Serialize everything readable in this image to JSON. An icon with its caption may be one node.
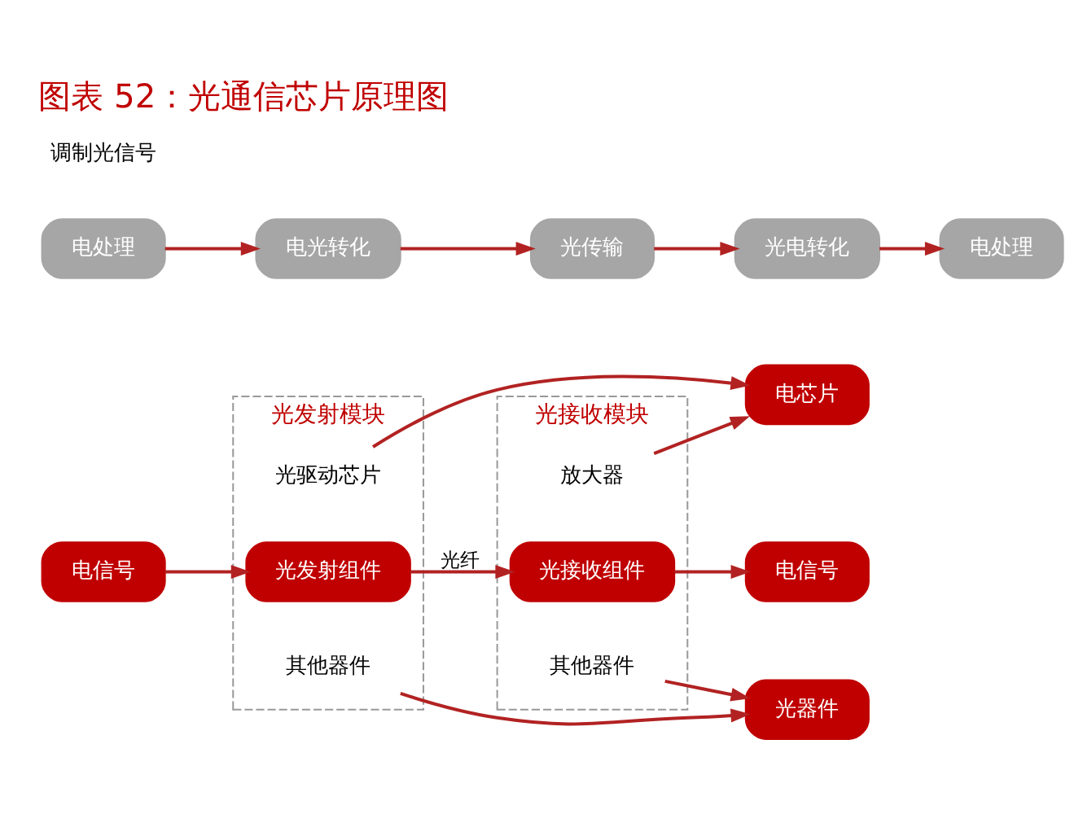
{
  "diagram": {
    "title": "图表 52：光通信芯片原理图",
    "nodes": [
      {
        "text": [
          "电信号"
        ]
      },
      {
        "text": [
          "光发射模块"
        ]
      },
      {
        "text": [
          "光驱动芯片"
        ],
        "in": 1
      },
      {
        "text": [
          "光发射组件"
        ],
        "in": 1
      },
      {
        "text": [
          "其他器件"
        ],
        "in": 1
      },
      {
        "text": [
          "电芯片"
        ]
      },
      {
        "text": [
          "光器件"
        ]
      },
      {
        "text": [
          "光接收模块"
        ]
      },
      {
        "text": [
          "放大器"
        ],
        "in": 7
      },
      {
        "text": [
          "光接收组件"
        ],
        "in": 7
      },
      {
        "text": [
          "其他器件"
        ],
        "in": 7
      },
      {
        "text": [
          "电信号"
        ]
      },
      {
        "text": [
          "电处理"
        ]
      },
      {
        "text": [
          "电光转化"
        ]
      },
      {
        "text": [
          "光传输"
        ]
      },
      {
        "text": [
          "光电转化"
        ]
      },
      {
        "text": [
          "电处理"
        ]
      }
    ],
    "edges": [
      {
        "from": 0,
        "to": 3,
        "arrow": "to"
      },
      {
        "from": 2,
        "to": 5,
        "arrow": "to"
      },
      {
        "from": 4,
        "to": 6,
        "arrow": "to"
      },
      {
        "from": 3,
        "to": 9,
        "arrow": "to",
        "label": "光纤"
      },
      {
        "from": 8,
        "to": 5,
        "arrow": "to"
      },
      {
        "from": 10,
        "to": 6,
        "arrow": "to"
      },
      {
        "from": 9,
        "to": 11,
        "arrow": "to"
      },
      {
        "from": 12,
        "to": 13,
        "arrow": "to"
      },
      {
        "from": 13,
        "to": 14,
        "arrow": "to"
      },
      {
        "from": 14,
        "to": 15,
        "arrow": "to"
      },
      {
        "from": 15,
        "to": 16,
        "arrow": "to"
      }
    ],
    "labels": [
      "调制光信号"
    ]
  }
}
